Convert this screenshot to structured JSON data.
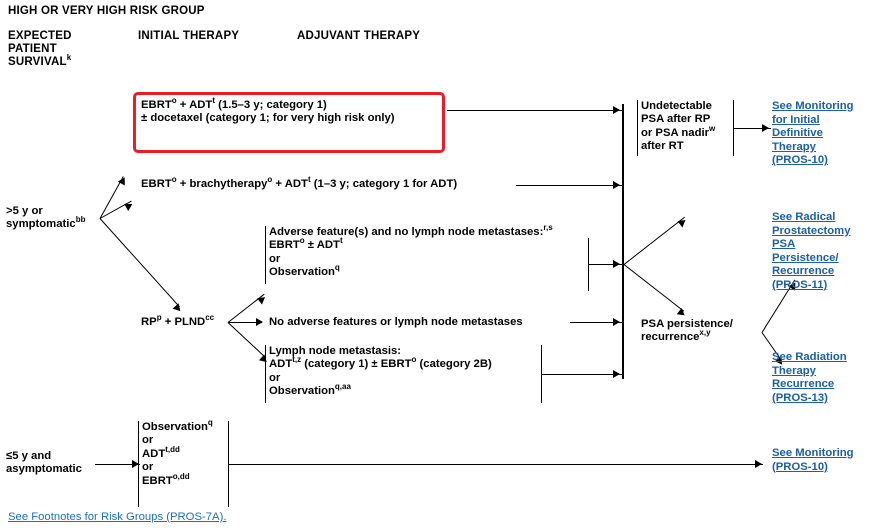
{
  "header": {
    "title": "HIGH OR VERY HIGH RISK GROUP",
    "col1_l1": "EXPECTED",
    "col1_l2": "PATIENT",
    "col1_l3": "SURVIVAL",
    "col1_l3_sup": "k",
    "col2": "INITIAL THERAPY",
    "col3": "ADJUVANT THERAPY"
  },
  "survival": {
    "group1_l1": ">5 y or",
    "group1_l2": "symptomatic",
    "group1_sup": "bb",
    "group2_l1": "≤5 y and",
    "group2_l2": "asymptomatic"
  },
  "initial_therapy": {
    "highlighted": {
      "line1_a": "EBRT",
      "line1_sup1": "o",
      "line1_b": " + ADT",
      "line1_sup2": "t",
      "line1_c": " (1.5–3 y; category 1)",
      "line2": "± docetaxel (category 1; for very high risk only)",
      "box_color": "#ed1c24"
    },
    "brachy": {
      "a": "EBRT",
      "sup1": "o",
      "b": " + brachytherapy",
      "sup2": "o",
      "c": " + ADT",
      "sup3": "t",
      "d": " (1–3 y; category 1 for ADT)"
    },
    "rp": {
      "a": "RP",
      "sup1": "p",
      "b": " + PLND",
      "sup2": "cc"
    },
    "observation_block": {
      "l1": "Observation",
      "l1_sup": "q",
      "l2": "or",
      "l3": "ADT",
      "l3_sup": "t,dd",
      "l4": "or",
      "l5": "EBRT",
      "l5_sup": "o,dd"
    }
  },
  "adjuvant_therapy": {
    "adverse": {
      "l1": "Adverse feature(s) and no lymph node metastases:",
      "l1_sup": "r,s",
      "l2_a": "EBRT",
      "l2_sup1": "o",
      "l2_b": " ± ADT",
      "l2_sup2": "t",
      "l3": "or",
      "l4": "Observation",
      "l4_sup": "q"
    },
    "no_adverse": "No adverse features or lymph node metastases",
    "lymph": {
      "l1": "Lymph node metastasis:",
      "l2_a": "ADT",
      "l2_sup1": "t,z",
      "l2_b": " (category 1) ± EBRT",
      "l2_sup2": "o",
      "l2_c": " (category 2B)",
      "l3": "or",
      "l4": "Observation",
      "l4_sup": "q,aa"
    }
  },
  "outcomes": {
    "undetectable": {
      "l1": "Undetectable",
      "l2": "PSA after RP",
      "l3_a": "or PSA nadir",
      "l3_sup": "w",
      "l4": "after RT"
    },
    "psa_persistence": {
      "l1": "PSA persistence/",
      "l2_a": "recurrence",
      "l2_sup": "x,y"
    }
  },
  "links": {
    "monitoring_initial": [
      "See Monitoring",
      "for Initial",
      "Definitive",
      "Therapy",
      "(PROS-10)"
    ],
    "radical_prostatectomy": [
      "See Radical",
      "Prostatectomy",
      "PSA",
      "Persistence/",
      "Recurrence",
      "(PROS-11)"
    ],
    "radiation_recurrence": [
      "See Radiation",
      "Therapy",
      "Recurrence",
      "(PROS-13)"
    ],
    "monitoring": [
      "See Monitoring",
      "(PROS-10)"
    ],
    "footnotes": "See Footnotes for Risk Groups (PROS-7A)."
  },
  "colors": {
    "link": "#1a5fa8",
    "footnote": "#1a6fc0",
    "highlight": "#ed1c24",
    "line": "#000000"
  }
}
